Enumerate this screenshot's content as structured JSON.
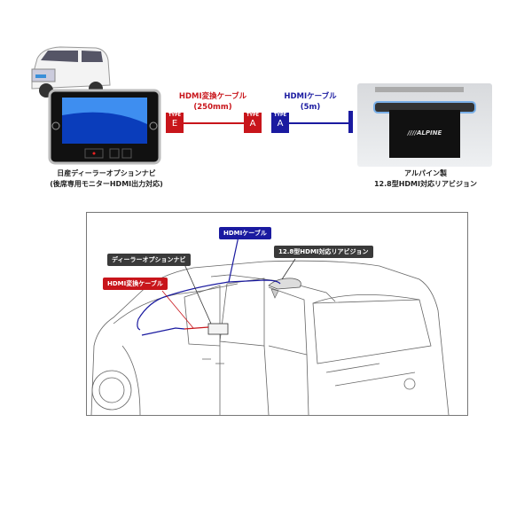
{
  "top": {
    "navi_caption": [
      "日産ディーラーオプションナビ",
      "(後席専用モニターHDMI出力対応)"
    ],
    "monitor_caption": [
      "アルパイン製",
      "12.8型HDMI対応リアビジョン"
    ],
    "monitor_brand": "////ALPINE",
    "cable1": {
      "name": "HDMI変換ケーブル",
      "length": "(250mm)",
      "color": "#c8151b"
    },
    "cable2": {
      "name": "HDMIケーブル",
      "length": "(5m)",
      "color": "#1a1aa0"
    },
    "connectors": [
      {
        "type": "TYPE",
        "letter": "E"
      },
      {
        "type": "TYPE",
        "letter": "A"
      },
      {
        "type": "TYPE",
        "letter": "A"
      }
    ]
  },
  "diagram": {
    "labels": {
      "hdmi_cable": "HDMIケーブル",
      "rear_vision": "12.8型HDMI対応リアビジョン",
      "dealer_navi": "ディーラーオプションナビ",
      "conversion_cable": "HDMI変換ケーブル"
    }
  }
}
